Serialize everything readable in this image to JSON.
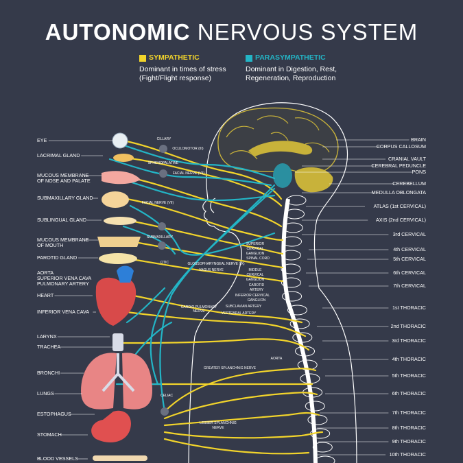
{
  "title": {
    "bold": "AUTONOMIC",
    "light": " NERVOUS SYSTEM"
  },
  "legend": {
    "sympathetic": {
      "label": "SYMPATHETIC",
      "text1": "Dominant in times of stress",
      "text2": "(Fight/Flight response)",
      "color": "#f2d42b"
    },
    "parasympathetic": {
      "label": "PARASYMPATHETIC",
      "text1": "Dominant in Digestion, Rest,",
      "text2": "Regeneration, Reproduction",
      "color": "#23b5c6"
    }
  },
  "colors": {
    "background": "#353a4a",
    "sympathetic": "#f2d42b",
    "parasympathetic": "#23b5c6",
    "outline": "#ffffff",
    "brain": "#c8b23a"
  },
  "left_labels": [
    "EYE",
    "LACRIMAL GLAND",
    "MUCOUS MEMBRANE",
    "OF NOSE AND PALATE",
    "SUBMAXILLARY GLAND",
    "SUBLINGUAL GLAND",
    "MUCOUS MEMBRANE",
    "OF MOUTH",
    "PAROTID GLAND",
    "AORTA",
    "SUPERIOR VENA CAVA",
    "PULMONARY ARTERY",
    "HEART",
    "INFERIOR VENA CAVA",
    "LARYNX",
    "TRACHEA",
    "BRONCHI",
    "LUNGS",
    "ESTOPHAGUS",
    "STOMACH",
    "BLOOD VESSELS"
  ],
  "right_labels": [
    "BRAIN",
    "CORPUS CALLOSUM",
    "CRANIAL VAULT",
    "CEREBRAL PEDUNCLE",
    "PONS",
    "CEREBELLUM",
    "MEDULLA OBLONGATA",
    "ATLAS (1st CERVICAL)",
    "AXIS (2nd CERVICAL)",
    "3rd CERVICAL",
    "4th CERVICAL",
    "5th CERVICAL",
    "6th CERVICAL",
    "7th CERVICAL",
    "1st THORACIC",
    "2nd THORACIC",
    "3rd THORACIC",
    "4th THORACIC",
    "5th THORACIC",
    "6th THORACIC",
    "7th THORACIC",
    "8th THORACIC",
    "9th THORACIC",
    "10th THORACIC"
  ],
  "center_labels": [
    "CILLARY",
    "OCULOMOTOR (III)",
    "SPHENOPALATINE",
    "FACIAL NERVE (VII)",
    "FACIAL NERVE (VII)",
    "SUBMAXILLARY",
    "OTIC",
    "GLOSSOPHARYNGEAL NERVE (IX)",
    "VAGUS NERVE",
    "SUPERIOR",
    "CERVICAL",
    "GANGLION",
    "SPINAL CORD",
    "MIDDLE",
    "CERVICAL",
    "GANGLION",
    "CAROTID",
    "ARTERY",
    "INFERIOR CERVICAL",
    "GANGLION",
    "CARDIO PULMONARY",
    "NERVE",
    "SUBCLAVIAN ARTERY",
    "VERTEBRAL ARTERY",
    "AORTA",
    "GREATER SPLANCHNIG NERVE",
    "CELIAC",
    "LESSER SPLANCHNIG",
    "NERVE"
  ]
}
